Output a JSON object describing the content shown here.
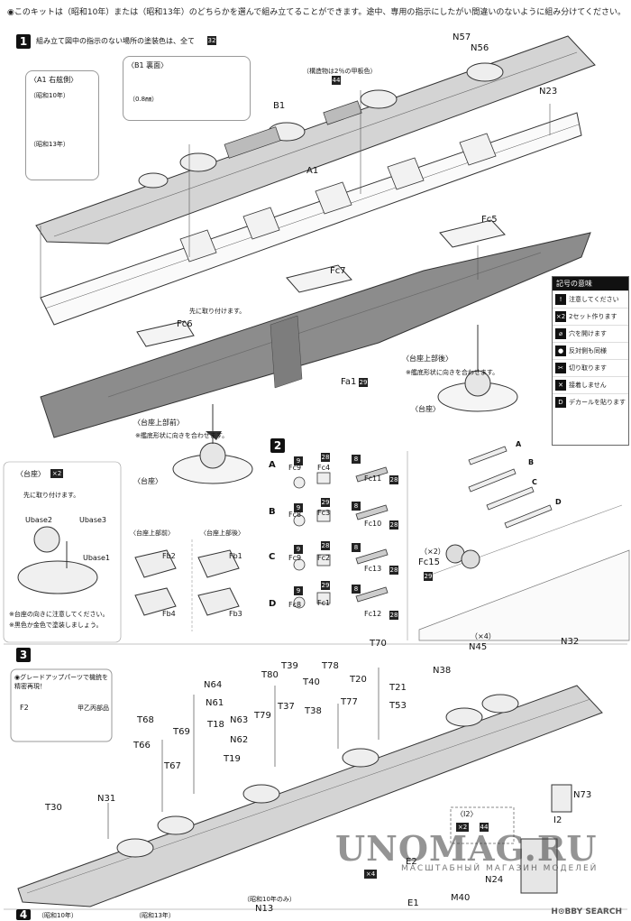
{
  "header": {
    "note": "◉このキットは（昭和10年）または（昭和13年）のどちらかを選んで組み立てることができます。途中、専用の指示にしたがい間違いのないように組み分けてください。"
  },
  "step1": {
    "number": "1",
    "instruction": "組み立て図中の指示のない場所の塗装色は、全て",
    "paint_code": "32",
    "inset_a1": {
      "title": "〈A1 右舷側〉",
      "year10": "（昭和10年）",
      "year13": "（昭和13年）"
    },
    "inset_b1": {
      "title": "〈B1 裏面〉",
      "hole_note": "（0.8㎜）"
    },
    "deck_note": "（構造物は2％の甲板色）",
    "deck_code": "44",
    "parts": {
      "n57": "N57",
      "n56": "N56",
      "n23": "N23",
      "b1": "B1",
      "a1": "A1",
      "fc5": "Fc5",
      "fc7": "Fc7",
      "fc6": "Fc6",
      "fa1": "Fa1",
      "fa1_code": "29"
    },
    "fc6_note": "先に取り付けます。",
    "stand_rear_title": "〈台座上部後〉",
    "stand_rear_note": "※艦底形状に向きを合わせます。",
    "stand_rear_label": "〈台座〉",
    "stand_front_title": "〈台座上部前〉",
    "stand_front_note": "※艦底形状に向きを合わせます。",
    "stand_front_label": "〈台座〉"
  },
  "legend": {
    "title": "記号の意味",
    "rows": [
      {
        "sym": "!",
        "text": "注意してください"
      },
      {
        "sym": "×2",
        "text": "2セット作ります"
      },
      {
        "sym": "⌀",
        "text": "穴を開けます"
      },
      {
        "sym": "●",
        "text": "反対側も同様"
      },
      {
        "sym": "✂",
        "text": "切り取ります"
      },
      {
        "sym": "✕",
        "text": "接着しません"
      },
      {
        "sym": "D",
        "text": "デカールを貼ります"
      }
    ]
  },
  "base_inset": {
    "title": "〈台座〉",
    "count": "×2",
    "note": "先に取り付けます。",
    "ubase2": "Ubase2",
    "ubase3": "Ubase3",
    "ubase1": "Ubase1",
    "paint_note1": "※台座の向きに注意してください。",
    "paint_note2": "※黒色か金色で塗装しましょう。",
    "front_title": "〈台座上部前〉",
    "rear_title": "〈台座上部後〉",
    "fb2": "Fb2",
    "fb1": "Fb1",
    "fb4": "Fb4",
    "fb3": "Fb3"
  },
  "step2": {
    "number": "2",
    "rows": [
      {
        "id": "A",
        "left": "Fc9",
        "mid": "Fc4",
        "right": "Fc11",
        "c1": "9",
        "c2": "28",
        "c3": "8",
        "c4": "28"
      },
      {
        "id": "B",
        "left": "Fc8",
        "mid": "Fc3",
        "right": "Fc10",
        "c1": "9",
        "c2": "29",
        "c3": "8",
        "c4": "28"
      },
      {
        "id": "C",
        "left": "Fc9",
        "mid": "Fc2",
        "right": "Fc13",
        "c1": "9",
        "c2": "28",
        "c3": "8",
        "c4": "28"
      },
      {
        "id": "D",
        "left": "Fc8",
        "mid": "Fc1",
        "right": "Fc12",
        "c1": "9",
        "c2": "29",
        "c3": "8",
        "c4": "28"
      }
    ],
    "fc15_count": "（×2）",
    "fc15": "Fc15",
    "fc15_code": "29"
  },
  "step3": {
    "number": "3",
    "upgrade_title": "◉グレードアップパーツで機銃を精密再現！",
    "f2": "F2",
    "f2_note": "甲乙丙部品",
    "labels": [
      "T70",
      "N45",
      "N32",
      "T39",
      "T78",
      "T80",
      "T40",
      "T20",
      "T21",
      "N38",
      "N64",
      "N61",
      "T37",
      "T38",
      "T77",
      "T53",
      "T68",
      "T79",
      "T18",
      "N63",
      "T69",
      "N62",
      "T66",
      "T19",
      "T67",
      "T30",
      "N31",
      "N73",
      "N13",
      "E2",
      "E1",
      "M40",
      "N24",
      "I2"
    ],
    "n45_count": "（×4）",
    "i2_title": "〈I2〉",
    "i2_count": "×2",
    "i2_code": "44",
    "x4": "×4"
  },
  "step4": {
    "number": "4",
    "year10": "（昭和10年）",
    "year13": "（昭和13年）",
    "year10_only": "（昭和10年のみ）"
  },
  "watermark": {
    "main": "UNOMAG.RU",
    "sub": "МАСШТАБНЫЙ МАГАЗИН МОДЕЛЕЙ"
  },
  "footer": {
    "brand": "H⊙BBY SEARCH"
  },
  "colors": {
    "hull": "#8c8c8c",
    "deck": "#c9c9c9",
    "line": "#333333"
  }
}
